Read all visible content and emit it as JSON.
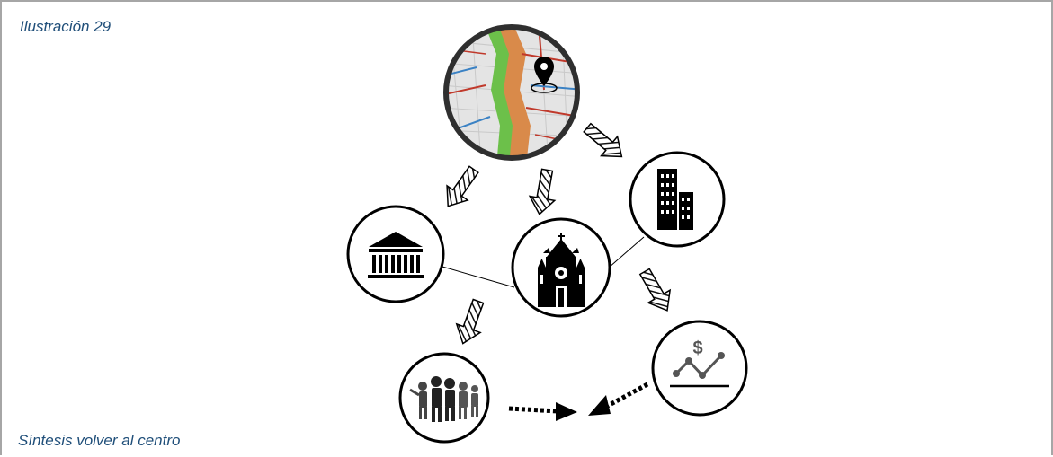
{
  "captions": {
    "figure_label": "Ilustración 29",
    "figure_title": "Síntesis volver al centro"
  },
  "nodes": [
    {
      "id": "map",
      "icon": "map-pin-icon"
    },
    {
      "id": "government",
      "icon": "government-building-icon"
    },
    {
      "id": "cathedral",
      "icon": "cathedral-icon"
    },
    {
      "id": "office",
      "icon": "office-buildings-icon"
    },
    {
      "id": "people",
      "icon": "people-group-icon"
    },
    {
      "id": "economy",
      "icon": "dollar-chart-icon"
    }
  ],
  "colors": {
    "stroke": "#000000",
    "caption": "#1f4e79",
    "map_green": "#6cc04a",
    "map_road": "#c0392b",
    "map_water": "#3b82c4",
    "map_orange": "#d98a4a"
  }
}
